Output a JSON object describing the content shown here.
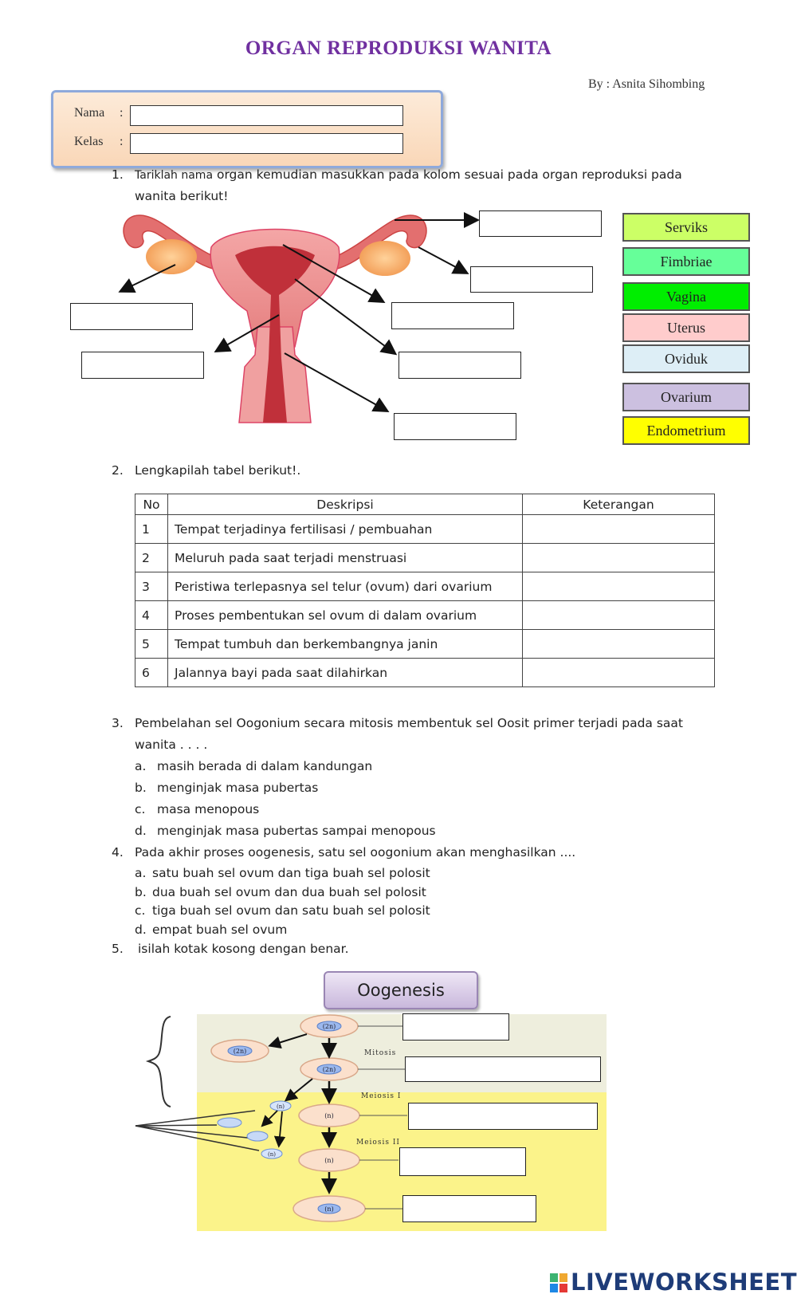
{
  "header": {
    "title": "ORGAN REPRODUKSI WANITA",
    "author": "By : Asnita Sihombing"
  },
  "identity": {
    "name_label": "Nama",
    "class_label": "Kelas",
    "colon": ":"
  },
  "q1": {
    "number": "1.",
    "text_small": "Tariklah nama",
    "text_line1": "organ kemudian masukkan pada kolom sesuai pada organ reproduksi pada",
    "text_line2": "wanita berikut!",
    "tags": [
      {
        "label": "Serviks",
        "color": "#ccff66"
      },
      {
        "label": "Fimbriae",
        "color": "#66ff99"
      },
      {
        "label": "Vagina",
        "color": "#00ee00"
      },
      {
        "label": "Uterus",
        "color": "#ffcccc"
      },
      {
        "label": "Oviduk",
        "color": "#ddeef6"
      },
      {
        "label": "Ovarium",
        "color": "#ccc0e0"
      },
      {
        "label": "Endometrium",
        "color": "#ffff00"
      }
    ]
  },
  "q2": {
    "number": "2.",
    "text": "Lengkapilah tabel berikut!.",
    "headers": [
      "No",
      "Deskripsi",
      "Keterangan"
    ],
    "rows": [
      {
        "no": "1",
        "desc": "Tempat terjadinya fertilisasi / pembuahan"
      },
      {
        "no": "2",
        "desc": "Meluruh pada saat terjadi menstruasi"
      },
      {
        "no": "3",
        "desc": "Peristiwa terlepasnya sel telur (ovum) dari ovarium"
      },
      {
        "no": "4",
        "desc": "Proses pembentukan sel ovum di dalam ovarium"
      },
      {
        "no": "5",
        "desc": "Tempat tumbuh dan berkembangnya janin"
      },
      {
        "no": "6",
        "desc": "Jalannya bayi pada saat dilahirkan"
      }
    ]
  },
  "q3": {
    "number": "3.",
    "line1": "Pembelahan sel Oogonium secara mitosis membentuk sel Oosit primer terjadi pada saat",
    "line2": "wanita . . . .",
    "options": [
      {
        "key": "a.",
        "text": "masih berada di dalam kandungan"
      },
      {
        "key": "b.",
        "text": "menginjak masa pubertas"
      },
      {
        "key": "c.",
        "text": "masa menopous"
      },
      {
        "key": "d.",
        "text": "menginjak masa pubertas sampai menopous"
      }
    ]
  },
  "q4": {
    "number": "4.",
    "text": "Pada akhir proses oogenesis, satu sel oogonium akan menghasilkan ....",
    "options": [
      {
        "key": "a.",
        "text": "satu buah sel ovum dan tiga buah sel polosit"
      },
      {
        "key": "b.",
        "text": "dua buah sel ovum dan dua buah sel polosit"
      },
      {
        "key": "c.",
        "text": "tiga buah sel ovum dan satu buah sel polosit"
      },
      {
        "key": "d.",
        "text": "empat buah sel ovum"
      }
    ]
  },
  "q5": {
    "number": "5.",
    "text": "isilah kotak kosong dengan benar.",
    "diagram_title": "Oogenesis",
    "labels": {
      "mitosis": "Mitosis",
      "meiosis1": "Meiosis I",
      "meiosis2": "Meiosis II"
    },
    "cells": {
      "c2n": "(2n)",
      "cn": "(n)"
    }
  },
  "footer": {
    "logo": "LIVEWORKSHEETS"
  }
}
